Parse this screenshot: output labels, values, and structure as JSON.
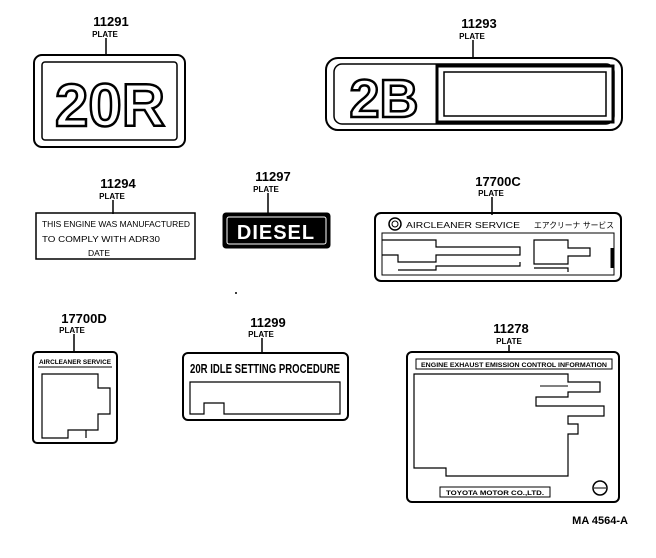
{
  "parts": [
    {
      "number": "11291",
      "label": "PLATE",
      "text": "20R"
    },
    {
      "number": "11293",
      "label": "PLATE",
      "text": "2B"
    },
    {
      "number": "11294",
      "label": "PLATE",
      "lines": [
        "THIS ENGINE WAS MANUFACTURED",
        "TO COMPLY WITH ADR30",
        "DATE"
      ]
    },
    {
      "number": "11297",
      "label": "PLATE",
      "text": "DIESEL"
    },
    {
      "number": "17700C",
      "label": "PLATE",
      "text": "AIRCLEANER SERVICE",
      "jp": "エアクリーナ サービス"
    },
    {
      "number": "17700D",
      "label": "PLATE",
      "text": "AIRCLEANER SERVICE"
    },
    {
      "number": "11299",
      "label": "PLATE",
      "text": "20R IDLE SETTING PROCEDURE"
    },
    {
      "number": "11278",
      "label": "PLATE",
      "header": "ENGINE EXHAUST EMISSION CONTROL INFORMATION",
      "footer": "TOYOTA MOTOR CO.,LTD."
    }
  ],
  "figure_id": "MA 4564-A",
  "colors": {
    "ink": "#000000",
    "paper": "#ffffff"
  }
}
